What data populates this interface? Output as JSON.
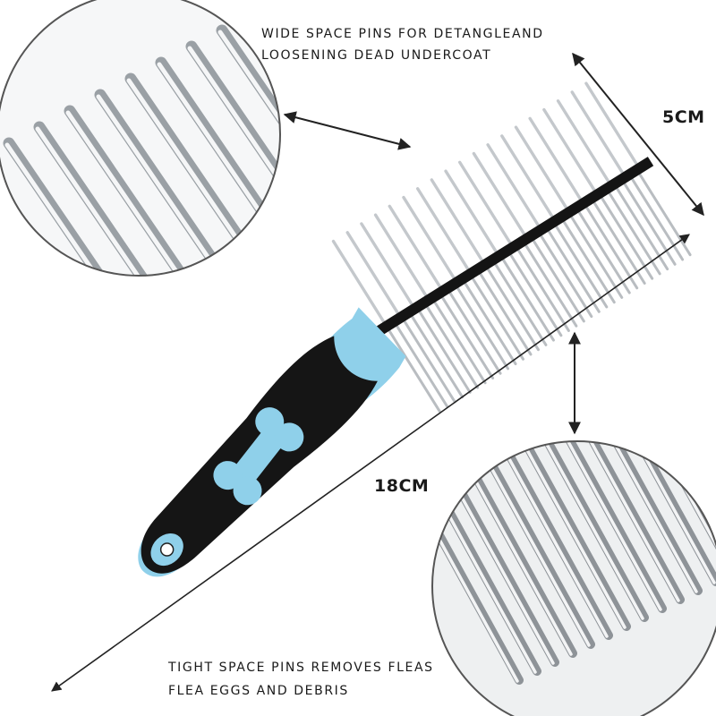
{
  "image": {
    "subject": "Pet grooming comb with two rows of stainless steel pins and a black and light blue handle with a bone-shaped emblem"
  },
  "annotations": {
    "wide_pins_line1": "WIDE SPACE PINS FOR DETANGLEAND",
    "wide_pins_line2": "LOOSENING DEAD UNDERCOAT",
    "tight_pins_line1": "TIGHT SPACE PINS REMOVES FLEAS",
    "tight_pins_line2": "FLEA EGGS AND DEBRIS",
    "width_label": "5CM",
    "length_label": "18CM"
  },
  "colors": {
    "handle_black": "#151515",
    "handle_blue": "#8fd0ea",
    "pin_steel": "#c9cdd1",
    "arrow": "#222222",
    "text": "#1a1a1a"
  }
}
